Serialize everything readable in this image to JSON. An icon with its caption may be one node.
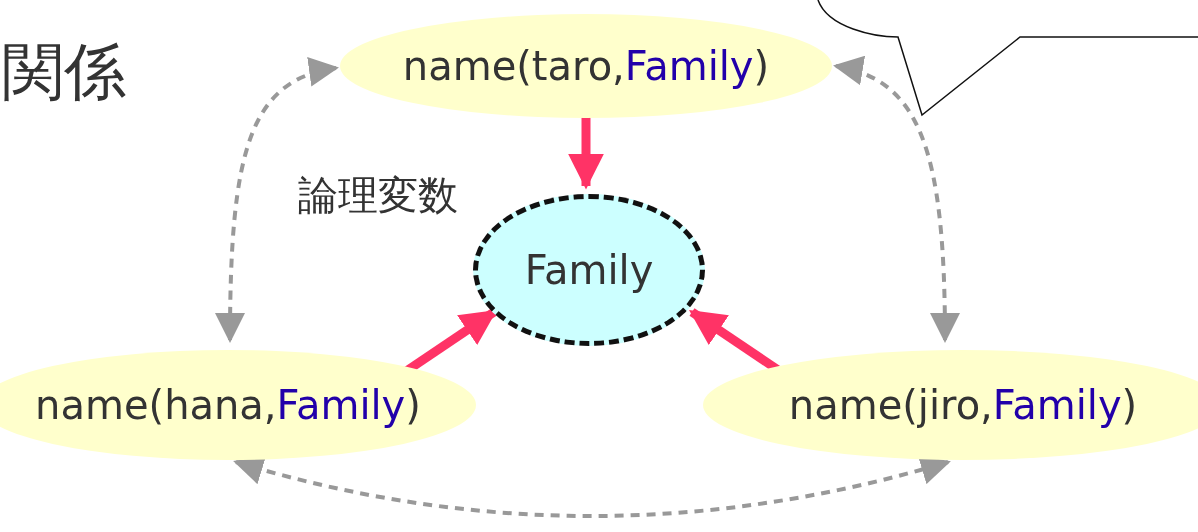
{
  "diagram": {
    "nodes": [
      {
        "text": [
          "name(taro,Family)"
        ]
      },
      {
        "text": [
          "Family"
        ],
        "beside": [
          "論理変数"
        ]
      },
      {
        "text": [
          "name(hana,Family)"
        ]
      },
      {
        "text": [
          "name(jiro,Family)"
        ]
      }
    ],
    "edges": [
      {
        "from": 0,
        "to": 1,
        "arrow": "to",
        "style": "thick",
        "color": "#ff3366"
      },
      {
        "from": 2,
        "to": 1,
        "arrow": "to",
        "style": "thick",
        "color": "#ff3366"
      },
      {
        "from": 3,
        "to": 1,
        "arrow": "to",
        "style": "thick",
        "color": "#ff3366"
      },
      {
        "from": 0,
        "to": 2,
        "arrow": "both",
        "style": "dashed",
        "color": "#999999"
      },
      {
        "from": 0,
        "to": 3,
        "arrow": "both",
        "style": "dashed",
        "color": "#999999"
      },
      {
        "from": 2,
        "to": 3,
        "arrow": "both",
        "style": "dashed",
        "color": "#999999"
      }
    ],
    "labels": [
      "関係"
    ]
  }
}
